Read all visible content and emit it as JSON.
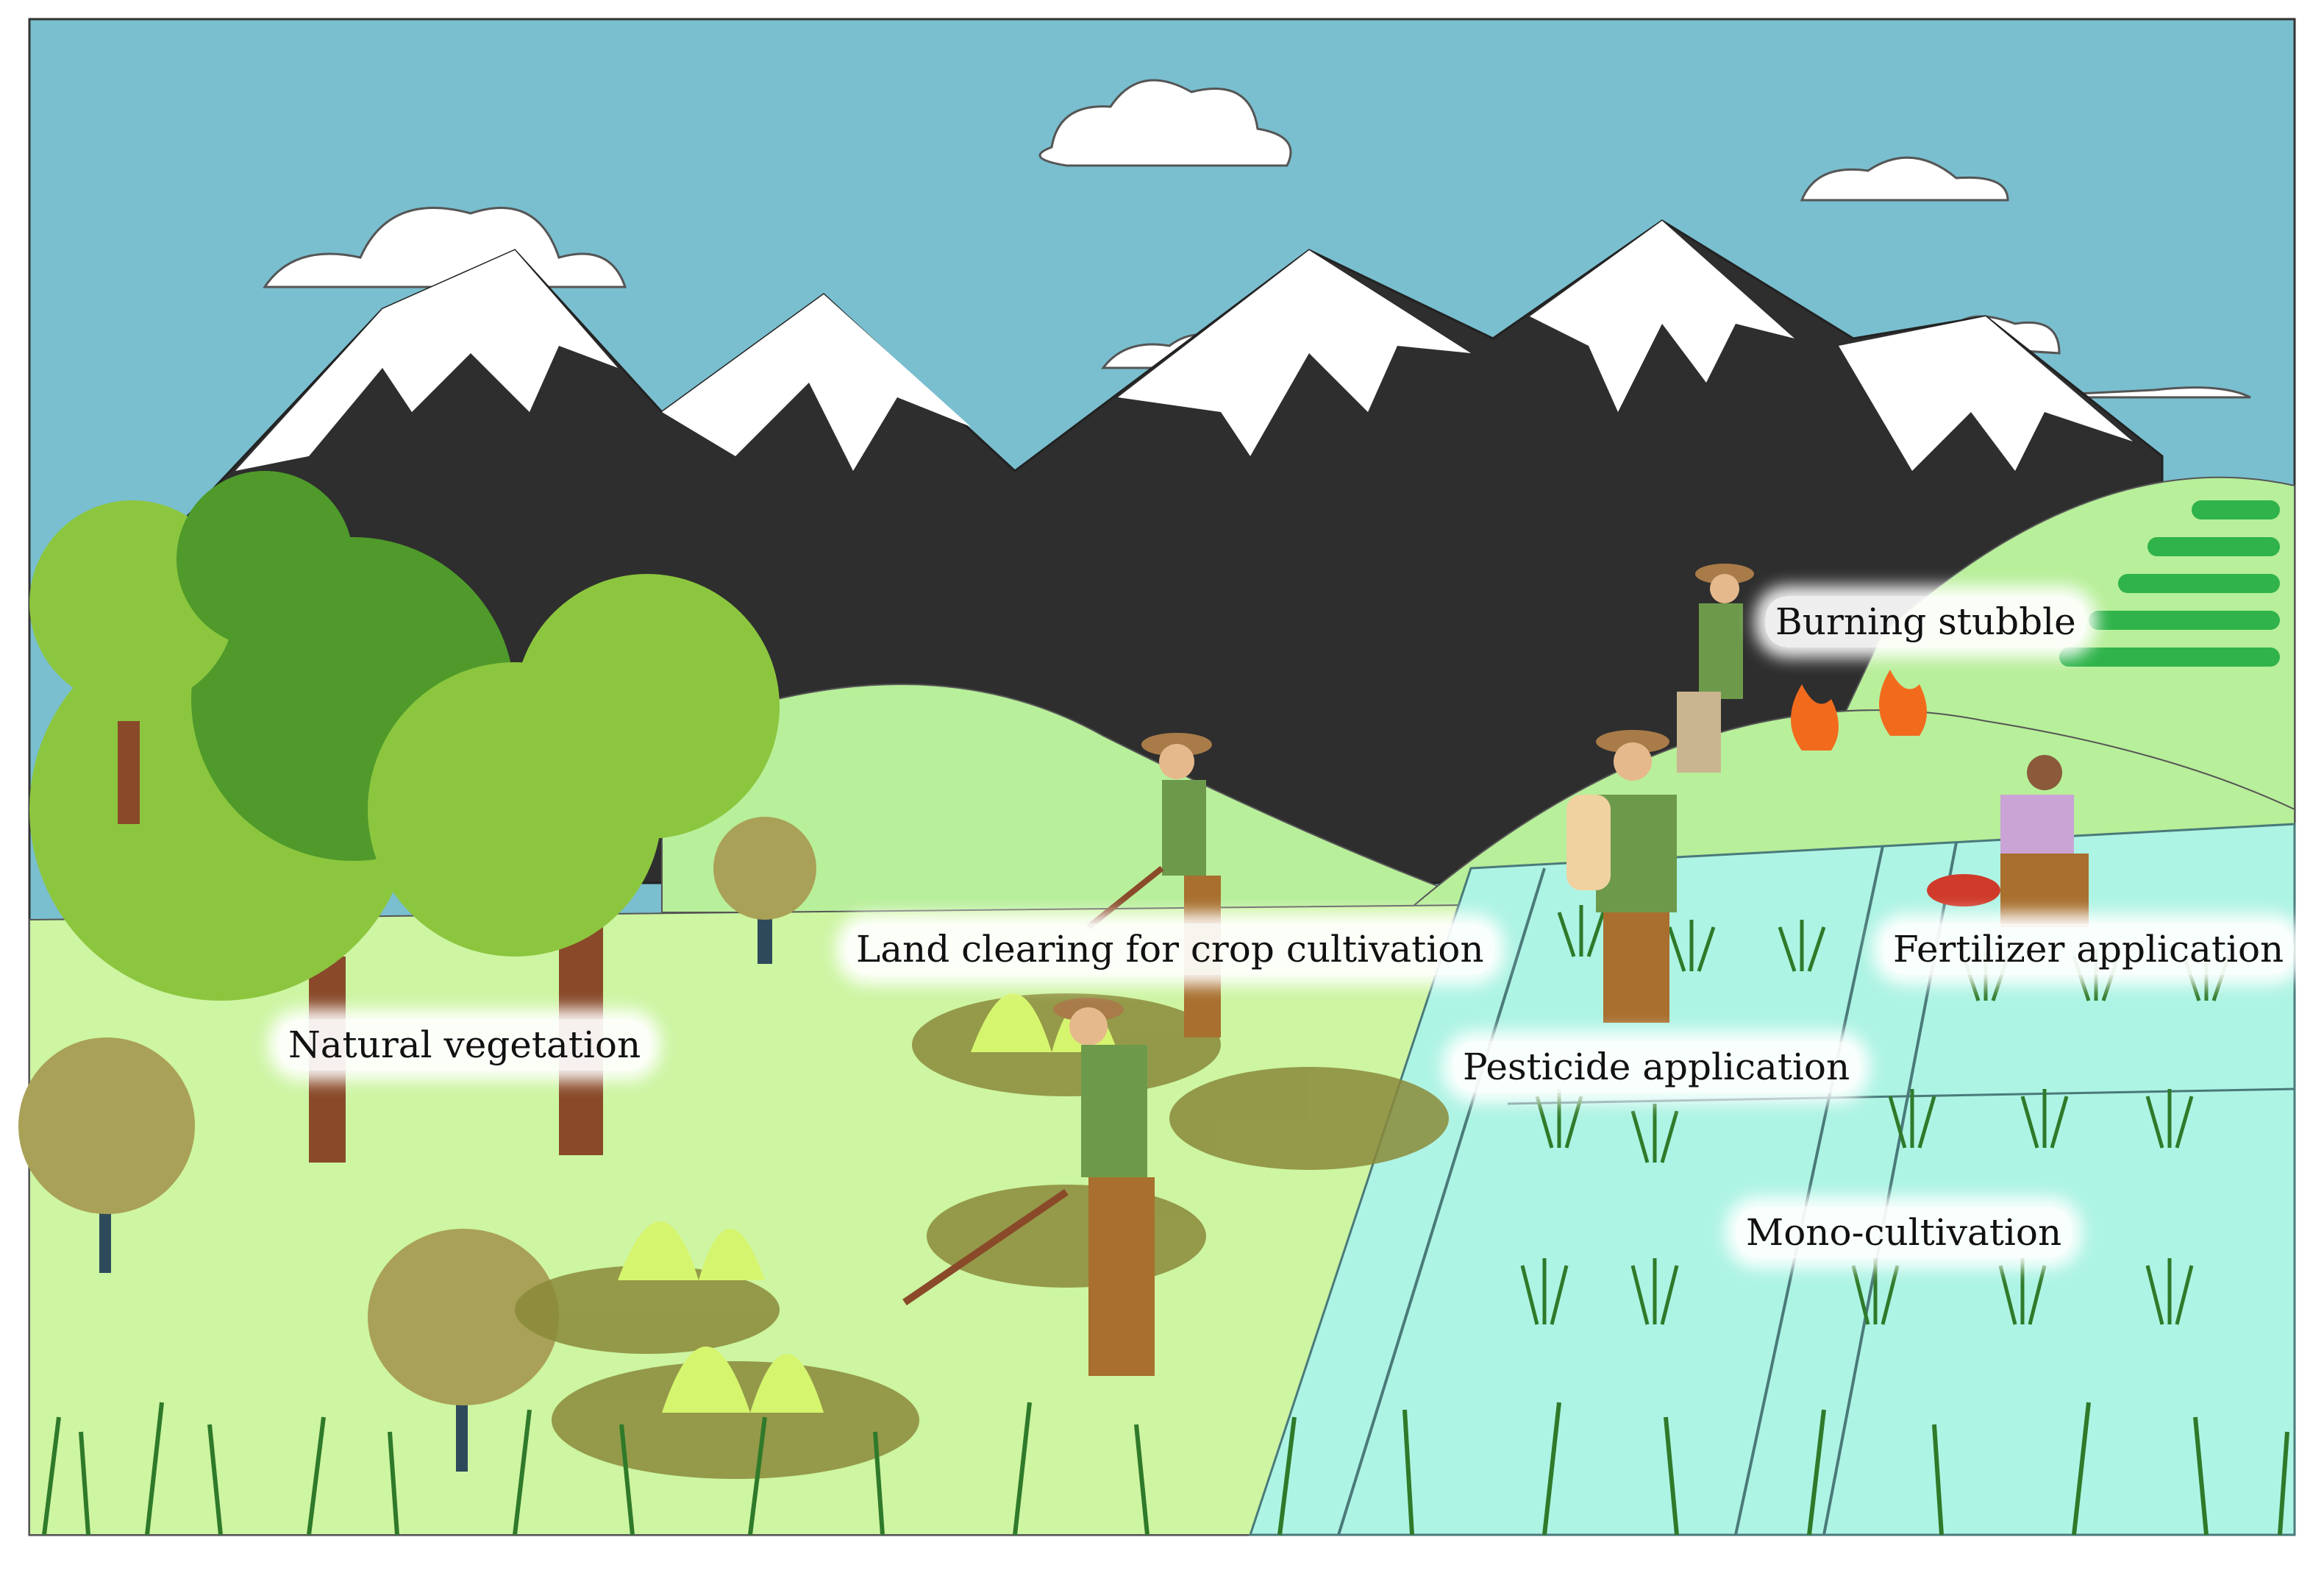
{
  "labels": {
    "natural_vegetation": "Natural vegetation",
    "land_clearing": "Land clearing for crop cultivation",
    "burning_stubble": "Burning stubble",
    "fertilizer_application": "Fertilizer application",
    "pesticide_application": "Pesticide application",
    "mono_cultivation": "Mono-cultivation"
  },
  "colors": {
    "sky": "#79bfcf",
    "mountain": "#2e2e2e",
    "snow": "#ffffff",
    "hill": "#b8ef9a",
    "meadow": "#cdf5a2",
    "paddy_water": "#aef4e4",
    "tree_green": "#8cc63f",
    "tree_dark": "#4f9a2a",
    "trunk": "#8a4a2a",
    "shrub_olive": "#a9a157",
    "grass": "#2f7a2a",
    "fire": "#f26b1d",
    "terrace_green": "#2fb34a",
    "shirt_green": "#6c9a4a",
    "pants_brown": "#a86f2e",
    "hat": "#a87b49",
    "skin": "#e6b98c"
  }
}
